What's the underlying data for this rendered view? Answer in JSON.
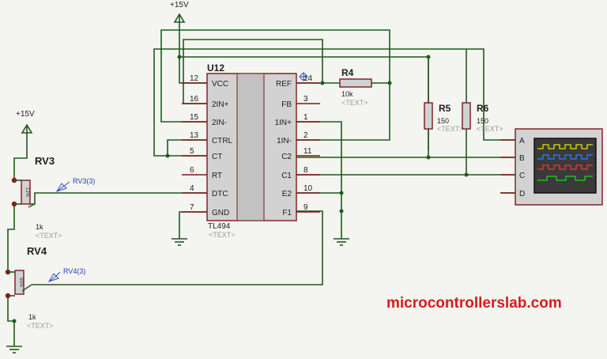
{
  "chip": {
    "ref": "U12",
    "part": "TL494",
    "text_tag": "<TEXT>",
    "left_pins": [
      {
        "num": "12",
        "name": "VCC"
      },
      {
        "num": "16",
        "name": "2IN+"
      },
      {
        "num": "15",
        "name": "2IN-"
      },
      {
        "num": "13",
        "name": "CTRL"
      },
      {
        "num": "5",
        "name": "CT"
      },
      {
        "num": "6",
        "name": "RT"
      },
      {
        "num": "4",
        "name": "DTC"
      },
      {
        "num": "7",
        "name": "GND"
      }
    ],
    "right_pins": [
      {
        "num": "14",
        "name": "REF"
      },
      {
        "num": "3",
        "name": "FB"
      },
      {
        "num": "1",
        "name": "1IN+"
      },
      {
        "num": "2",
        "name": "1IN-"
      },
      {
        "num": "11",
        "name": "C2"
      },
      {
        "num": "8",
        "name": "C1"
      },
      {
        "num": "10",
        "name": "E2"
      },
      {
        "num": "9",
        "name": "F1"
      }
    ]
  },
  "power": {
    "top_label": "+15V",
    "left_label": "+15V"
  },
  "r4": {
    "ref": "R4",
    "value": "10k",
    "text_tag": "<TEXT>"
  },
  "r5": {
    "ref": "R5",
    "value": "150",
    "text_tag": "<TEXT>"
  },
  "r6": {
    "ref": "R6",
    "value": "150",
    "text_tag": "<TEXT>"
  },
  "rv3": {
    "ref": "RV3",
    "value": "1k",
    "text_tag": "<TEXT>",
    "probe": "RV3(3)",
    "body_mark": "12%"
  },
  "rv4": {
    "ref": "RV4",
    "value": "1k",
    "text_tag": "<TEXT>",
    "probe": "RV4(3)",
    "body_mark": "55%"
  },
  "scope": {
    "channels": [
      "A",
      "B",
      "C",
      "D"
    ],
    "trace_colors": [
      "#e0e000",
      "#2f7fff",
      "#ff3030",
      "#20d020"
    ]
  },
  "watermark": {
    "text": "microcontrollerslab.com",
    "color": "#d81b1b"
  }
}
